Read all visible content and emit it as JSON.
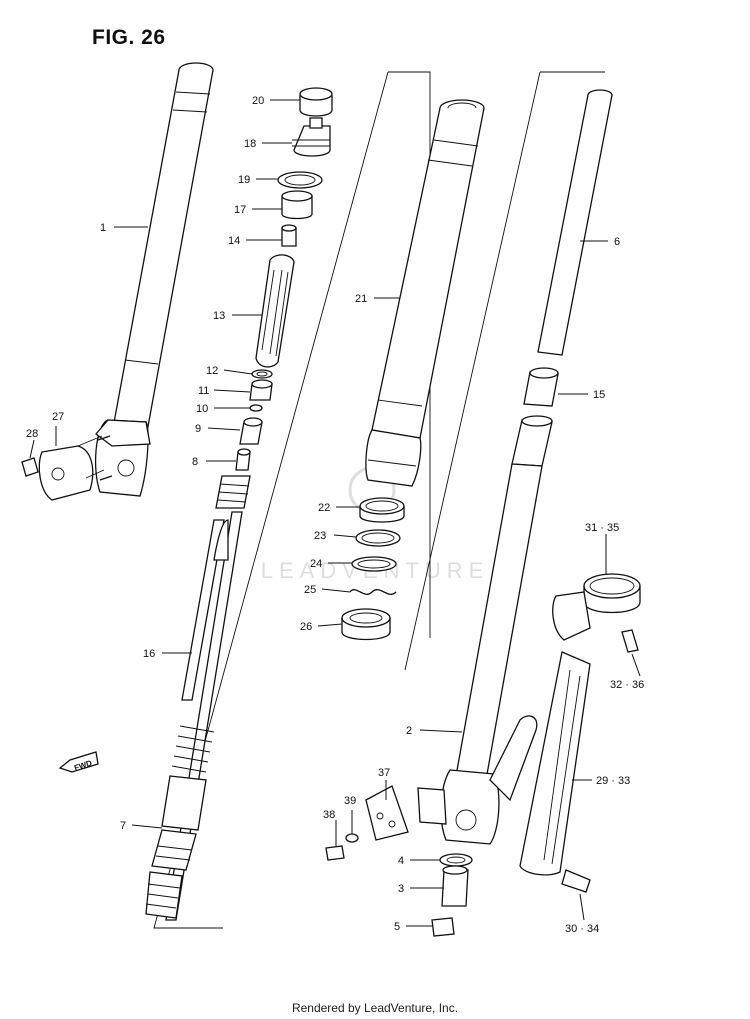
{
  "figure": {
    "title": "FIG. 26"
  },
  "watermark": "LEADVENTURE",
  "fwd_label": "FWD",
  "footer": "Rendered by LeadVenture, Inc.",
  "callouts": {
    "p1": "1",
    "p2": "2",
    "p3": "3",
    "p4": "4",
    "p5": "5",
    "p6": "6",
    "p7": "7",
    "p8": "8",
    "p9": "9",
    "p10": "10",
    "p11": "11",
    "p12": "12",
    "p13": "13",
    "p14": "14",
    "p15": "15",
    "p16": "16",
    "p17": "17",
    "p18": "18",
    "p19": "19",
    "p20": "20",
    "p21": "21",
    "p22": "22",
    "p23": "23",
    "p24": "24",
    "p25": "25",
    "p26": "26",
    "p27": "27",
    "p28": "28",
    "p29_33": "29 · 33",
    "p30_34": "30 · 34",
    "p31_35": "31 · 35",
    "p32_36": "32 · 36",
    "p37": "37",
    "p38": "38",
    "p39": "39"
  }
}
